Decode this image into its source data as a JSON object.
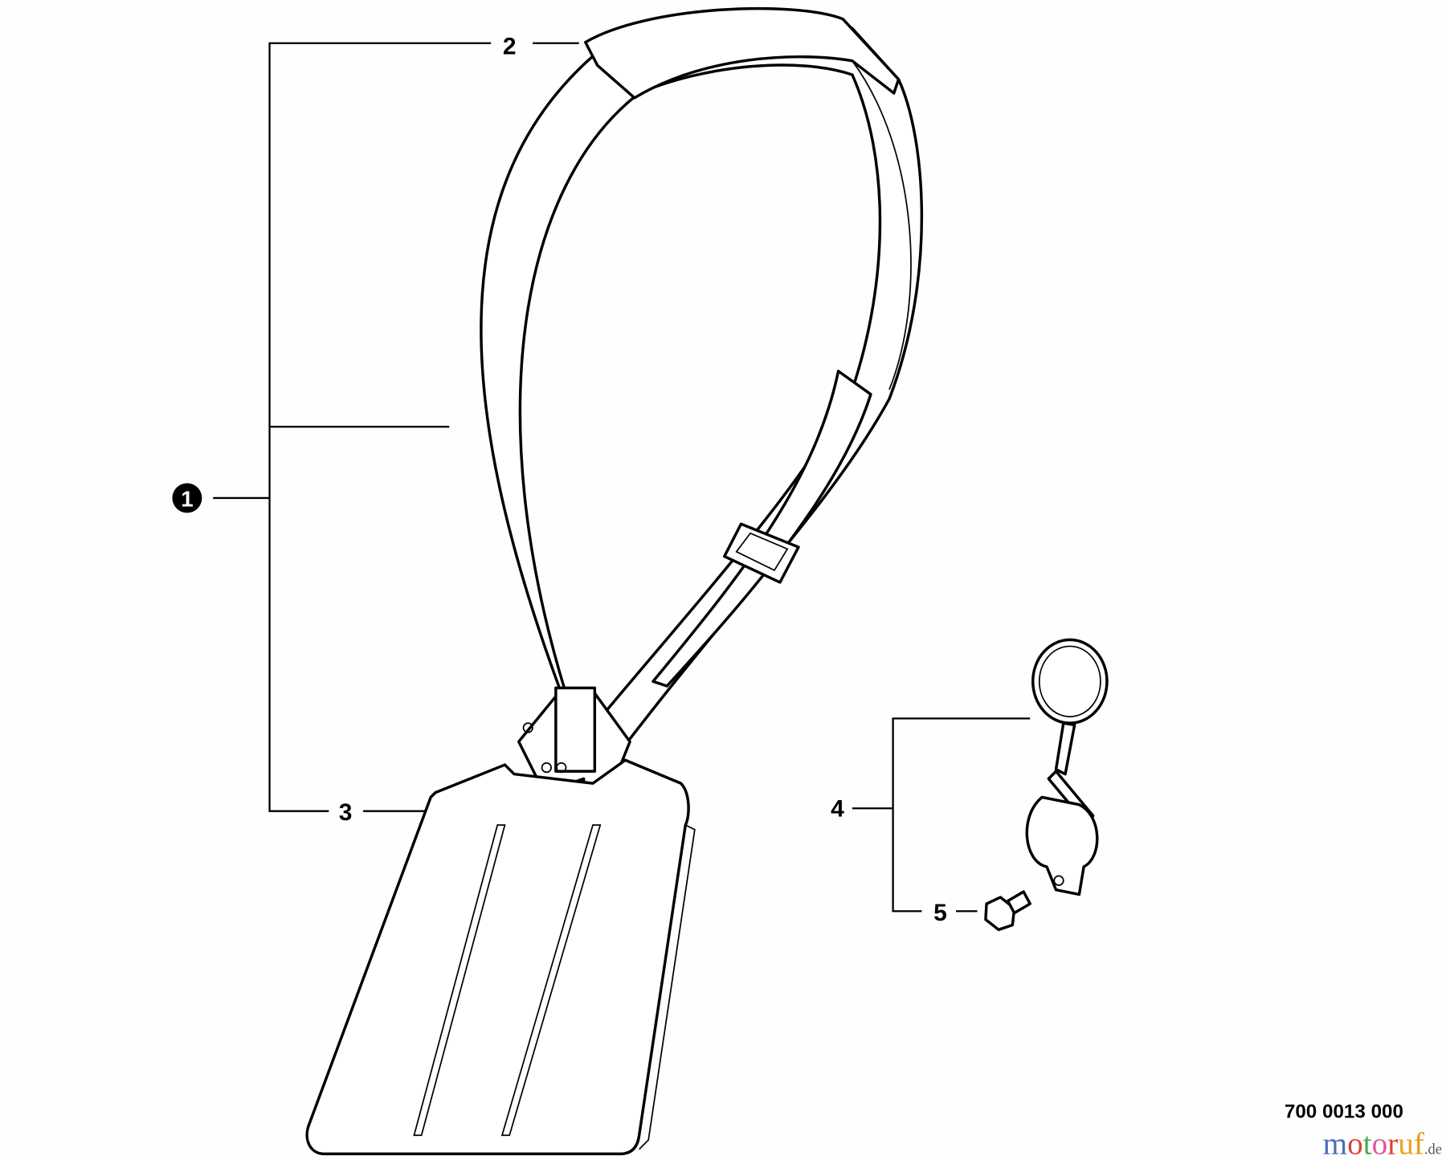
{
  "callouts": [
    {
      "id": "1",
      "label": "1",
      "style": "filled-circle"
    },
    {
      "id": "2",
      "label": "2"
    },
    {
      "id": "3",
      "label": "3"
    },
    {
      "id": "4",
      "label": "4"
    },
    {
      "id": "5",
      "label": "5"
    }
  ],
  "drawing_number": "700 0013 000",
  "watermark": {
    "letters": [
      "m",
      "o",
      "t",
      "o",
      "r",
      "u",
      "f"
    ],
    "colors": [
      "#4a6fb5",
      "#d9433a",
      "#4caa4f",
      "#e0579a",
      "#d9433a",
      "#f0a21f",
      "#e89a1a"
    ],
    "suffix": ".de"
  }
}
